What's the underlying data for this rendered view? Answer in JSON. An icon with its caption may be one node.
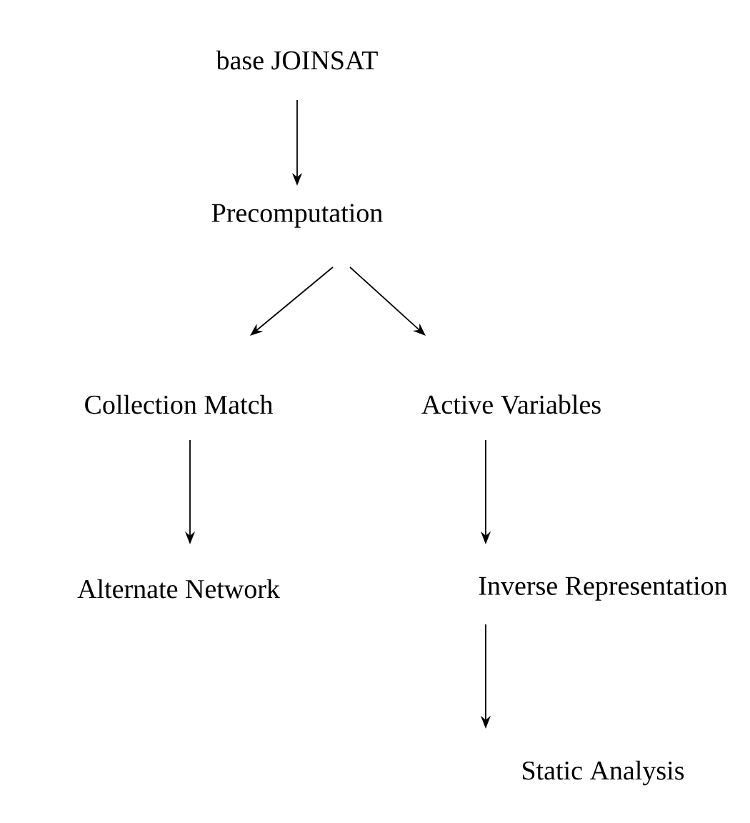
{
  "diagram": {
    "nodes": [
      {
        "text": [
          "base JOINSAT"
        ]
      },
      {
        "text": [
          "Precomputation"
        ]
      },
      {
        "text": [
          "Collection Match"
        ]
      },
      {
        "text": [
          "Active Variables"
        ]
      },
      {
        "text": [
          "Alternate Network"
        ]
      },
      {
        "text": [
          "Inverse Representation"
        ]
      },
      {
        "text": [
          "Static Analysis"
        ]
      }
    ],
    "edges": [
      {
        "from": 0,
        "to": 1,
        "arrow": "to"
      },
      {
        "from": 1,
        "to": 2,
        "arrow": "to"
      },
      {
        "from": 1,
        "to": 3,
        "arrow": "to"
      },
      {
        "from": 2,
        "to": 4,
        "arrow": "to"
      },
      {
        "from": 3,
        "to": 5,
        "arrow": "to"
      },
      {
        "from": 5,
        "to": 6,
        "arrow": "to"
      }
    ]
  }
}
